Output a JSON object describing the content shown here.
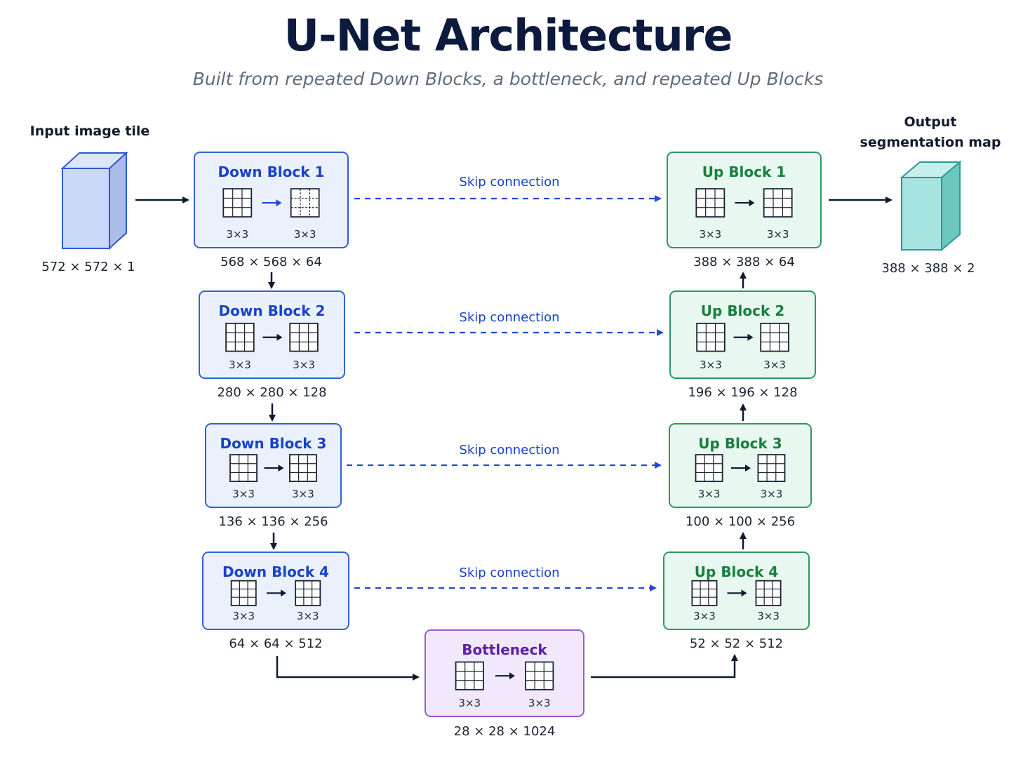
{
  "title": "U-Net Architecture",
  "subtitle": "Built from repeated Down Blocks, a bottleneck, and repeated Up Blocks",
  "input": {
    "label": "Input image tile",
    "dims": "572 × 572 × 1"
  },
  "output": {
    "label_line1": "Output",
    "label_line2": "segmentation map",
    "dims": "388 × 388 × 2"
  },
  "skip_label": "Skip connection",
  "down_blocks": [
    {
      "name": "Down Block 1",
      "kernel_a": "3×3",
      "kernel_b": "3×3",
      "dims": "568 × 568 × 64"
    },
    {
      "name": "Down Block 2",
      "kernel_a": "3×3",
      "kernel_b": "3×3",
      "dims": "280 × 280 × 128"
    },
    {
      "name": "Down Block 3",
      "kernel_a": "3×3",
      "kernel_b": "3×3",
      "dims": "136 × 136 × 256"
    },
    {
      "name": "Down Block 4",
      "kernel_a": "3×3",
      "kernel_b": "3×3",
      "dims": "64 × 64 × 512"
    }
  ],
  "up_blocks": [
    {
      "name": "Up Block 1",
      "kernel_a": "3×3",
      "kernel_b": "3×3",
      "dims": "388 × 388 × 64"
    },
    {
      "name": "Up Block 2",
      "kernel_a": "3×3",
      "kernel_b": "3×3",
      "dims": "196 × 196 × 128"
    },
    {
      "name": "Up Block 3",
      "kernel_a": "3×3",
      "kernel_b": "3×3",
      "dims": "100 × 100 × 256"
    },
    {
      "name": "Up Block 4",
      "kernel_a": "3×3",
      "kernel_b": "3×3",
      "dims": "52 × 52 × 512"
    }
  ],
  "bottleneck": {
    "name": "Bottleneck",
    "kernel_a": "3×3",
    "kernel_b": "3×3",
    "dims": "28 × 28 × 1024"
  },
  "colors": {
    "down_fill": "#eaf1fd",
    "down_stroke": "#2f63d6",
    "down_text": "#1743c8",
    "up_fill": "#e8f7ef",
    "up_stroke": "#2a9a63",
    "up_text": "#16803c",
    "bn_fill": "#f1e8fb",
    "bn_stroke": "#9b59cf",
    "bn_text": "#5a1fa6",
    "skip": "#1f49d8",
    "arrow": "#0f1a30"
  }
}
